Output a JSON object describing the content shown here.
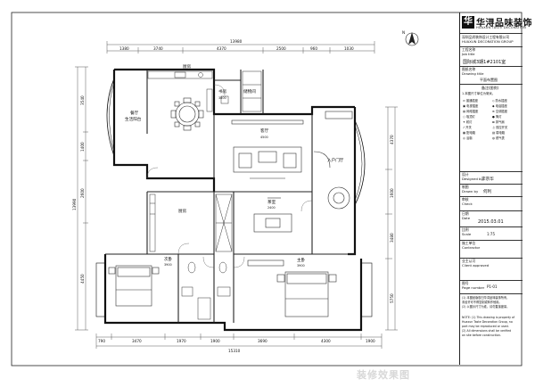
{
  "dims": {
    "top_total": "13980",
    "top_segments": [
      "1380",
      "3740",
      "4370",
      "2500",
      "960",
      "1030"
    ],
    "bottom_total": "15310",
    "bottom_segments": [
      "790",
      "3470",
      "1970",
      "1900",
      "3690",
      "4300",
      "1900"
    ],
    "left_total": "13990",
    "left_segments": [
      "3540",
      "1400",
      "2600",
      "4450"
    ],
    "right_segments": [
      "4370",
      "1600",
      "3480",
      "5750"
    ]
  },
  "rooms": [
    {
      "id": "kitchen-top",
      "name": "厨房"
    },
    {
      "id": "study",
      "name": "书房",
      "size": "3800"
    },
    {
      "id": "storage",
      "name": "储物间"
    },
    {
      "id": "dining",
      "name": "餐厅",
      "size": "生活阳台"
    },
    {
      "id": "living",
      "name": "客厅",
      "size": "4500"
    },
    {
      "id": "entry",
      "name": "入户门厅"
    },
    {
      "id": "kitchen",
      "name": "厨房"
    },
    {
      "id": "lounge",
      "name": "茶室",
      "size": "2400"
    },
    {
      "id": "bedroom2",
      "name": "次卧",
      "size": "3900"
    },
    {
      "id": "master",
      "name": "主卧",
      "size": "3900"
    }
  ],
  "compass": "N",
  "title_block": {
    "logo": "华",
    "company": "华浔品味装饰",
    "company_en": "HUAXUN TASTE DECORATION",
    "firm_line1": "深圳品尚装饰设计工程有限公司",
    "firm_line2": "HUAXUN DECORATION GROUP",
    "project_label": "工程名称",
    "project_label_en": "Job title",
    "drawing_title": "国际城3期1#2101室",
    "drawing_label": "图纸名称",
    "drawing_label_en": "Drawing title",
    "plan_name": "平面布置图",
    "legend_heading": "备注(图例)",
    "legend_note": "1.本图尺寸单位为毫米。",
    "legend": [
      "普通插座",
      "防水插座",
      "电视插座",
      "电话插座",
      "网络插座",
      "空调插座",
      "吸顶灯",
      "筒灯",
      "射灯",
      "排气扇",
      "开关",
      "双控开关",
      "配电箱",
      "弱电箱",
      "浴霸",
      "燃气表"
    ],
    "design_label": "设计",
    "design_label_en": "Designed by",
    "designer": "李宗华",
    "drawn_label": "制图",
    "drawn_label_en": "Drawn by",
    "drafter": "何利",
    "check_label": "审核",
    "check_label_en": "Check",
    "date_label": "日期",
    "date_label_en": "Date",
    "date": "2015.03.01",
    "scale_label": "比例",
    "scale_label_en": "Scale",
    "scale": "1:75",
    "contractor_label": "施工单位",
    "contractor_label_en": "Contractor",
    "client_label": "业主认可",
    "client_label_en": "Client approved",
    "page_label": "图号",
    "page_label_en": "Page number",
    "page_code": "P1-01",
    "notes": [
      "(1) 本图纸版权归华浔品味装饰所有，",
      "未经许可不得复制或转作他用。",
      "(2) 以图示尺寸为准，请勿直接度量。",
      "NOTE: (1) This drawing is property of",
      "Huaxun Taste Decoration Group, no",
      "part may be reproduced or used.",
      "(2) All dimensions shall be verified",
      "on site before construction."
    ]
  },
  "watermark": "装修效果图"
}
